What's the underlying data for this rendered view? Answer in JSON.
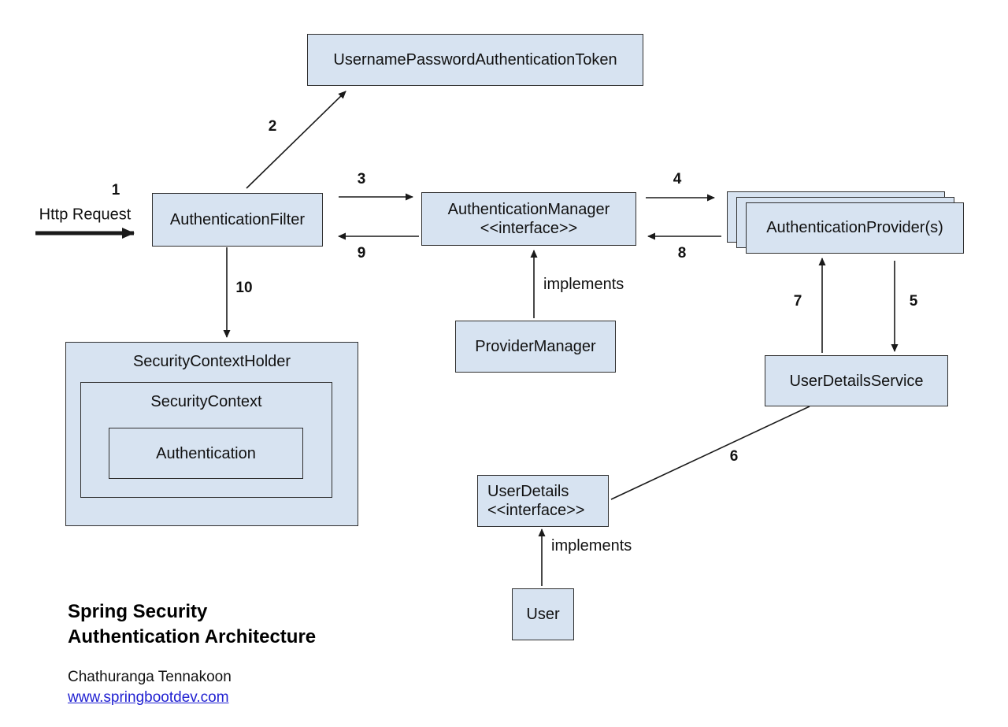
{
  "diagram": {
    "boxes": {
      "token": {
        "label": "UsernamePasswordAuthenticationToken"
      },
      "filter": {
        "label": "AuthenticationFilter"
      },
      "manager": {
        "label": "AuthenticationManager",
        "stereotype": "<<interface>>"
      },
      "providers": {
        "label": "AuthenticationProvider(s)"
      },
      "provider_manager": {
        "label": "ProviderManager"
      },
      "user_details_service": {
        "label": "UserDetailsService"
      },
      "user_details": {
        "label": "UserDetails",
        "stereotype": "<<interface>>"
      },
      "user": {
        "label": "User"
      },
      "security_context_holder": {
        "label": "SecurityContextHolder"
      },
      "security_context": {
        "label": "SecurityContext"
      },
      "authentication": {
        "label": "Authentication"
      }
    },
    "labels": {
      "http_request": "Http Request",
      "implements": "implements"
    },
    "steps": {
      "s1": "1",
      "s2": "2",
      "s3": "3",
      "s4": "4",
      "s5": "5",
      "s6": "6",
      "s7": "7",
      "s8": "8",
      "s9": "9",
      "s10": "10"
    },
    "colors": {
      "box_fill": "#d7e3f1",
      "box_border": "#2f2f2f",
      "line": "#1a1a1a",
      "text": "#111111",
      "link": "#1f1fd1"
    }
  },
  "footer": {
    "title_line1": "Spring Security",
    "title_line2": "Authentication Architecture",
    "author": "Chathuranga Tennakoon",
    "link": "www.springbootdev.com"
  }
}
